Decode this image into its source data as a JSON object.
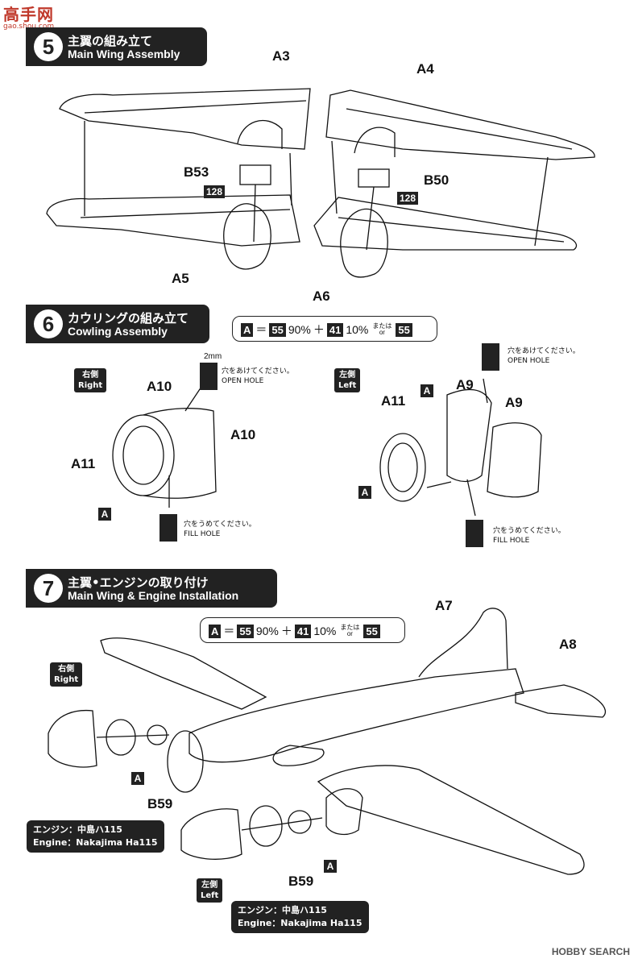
{
  "watermark": {
    "text": "高手网",
    "sub": "gao.shou.com"
  },
  "step5": {
    "number": "5",
    "title_jp": "主翼の組み立て",
    "title_en": "Main Wing Assembly"
  },
  "step5_parts": {
    "a3": "A3",
    "a4": "A4",
    "a5": "A5",
    "a6": "A6",
    "b53": "B53",
    "b50": "B50",
    "n128_left": "128",
    "n128_right": "128"
  },
  "step6": {
    "number": "6",
    "title_jp": "カウリングの組み立て",
    "title_en": "Cowling Assembly"
  },
  "paint_mix": {
    "a": "A",
    "eq": "＝",
    "c55": "55",
    "p90": "90%",
    "plus": "＋",
    "c41": "41",
    "p10": "10%",
    "or_jp": "または",
    "or_en": "or",
    "alt": "55"
  },
  "step6_parts": {
    "right_jp": "右側",
    "right_en": "Right",
    "left_jp": "左側",
    "left_en": "Left",
    "a10_top": "A10",
    "a10_right": "A10",
    "a11_left": "A11",
    "a11_right": "A11",
    "a9_top": "A9",
    "a9_right": "A9",
    "a_box": "A",
    "drill": "2mm",
    "open_jp": "穴をあけてください。",
    "open_en": "OPEN HOLE",
    "fill_jp": "穴をうめてください。",
    "fill_en": "FILL HOLE"
  },
  "step7": {
    "number": "7",
    "title_jp": "主翼•エンジンの取り付け",
    "title_en": "Main Wing & Engine Installation"
  },
  "step7_parts": {
    "a7": "A7",
    "a8": "A8",
    "b59_top": "B59",
    "b59_bottom": "B59",
    "right_jp": "右側",
    "right_en": "Right",
    "left_jp": "左側",
    "left_en": "Left",
    "engine_jp": "エンジン：中島ハ115",
    "engine_en": "Engine：Nakajima Ha115",
    "a_box": "A"
  },
  "footer": "HOBBY SEARCH",
  "colors": {
    "ink": "#111111",
    "box": "#222222",
    "paper": "#ffffff",
    "watermark": "#c0392b"
  }
}
